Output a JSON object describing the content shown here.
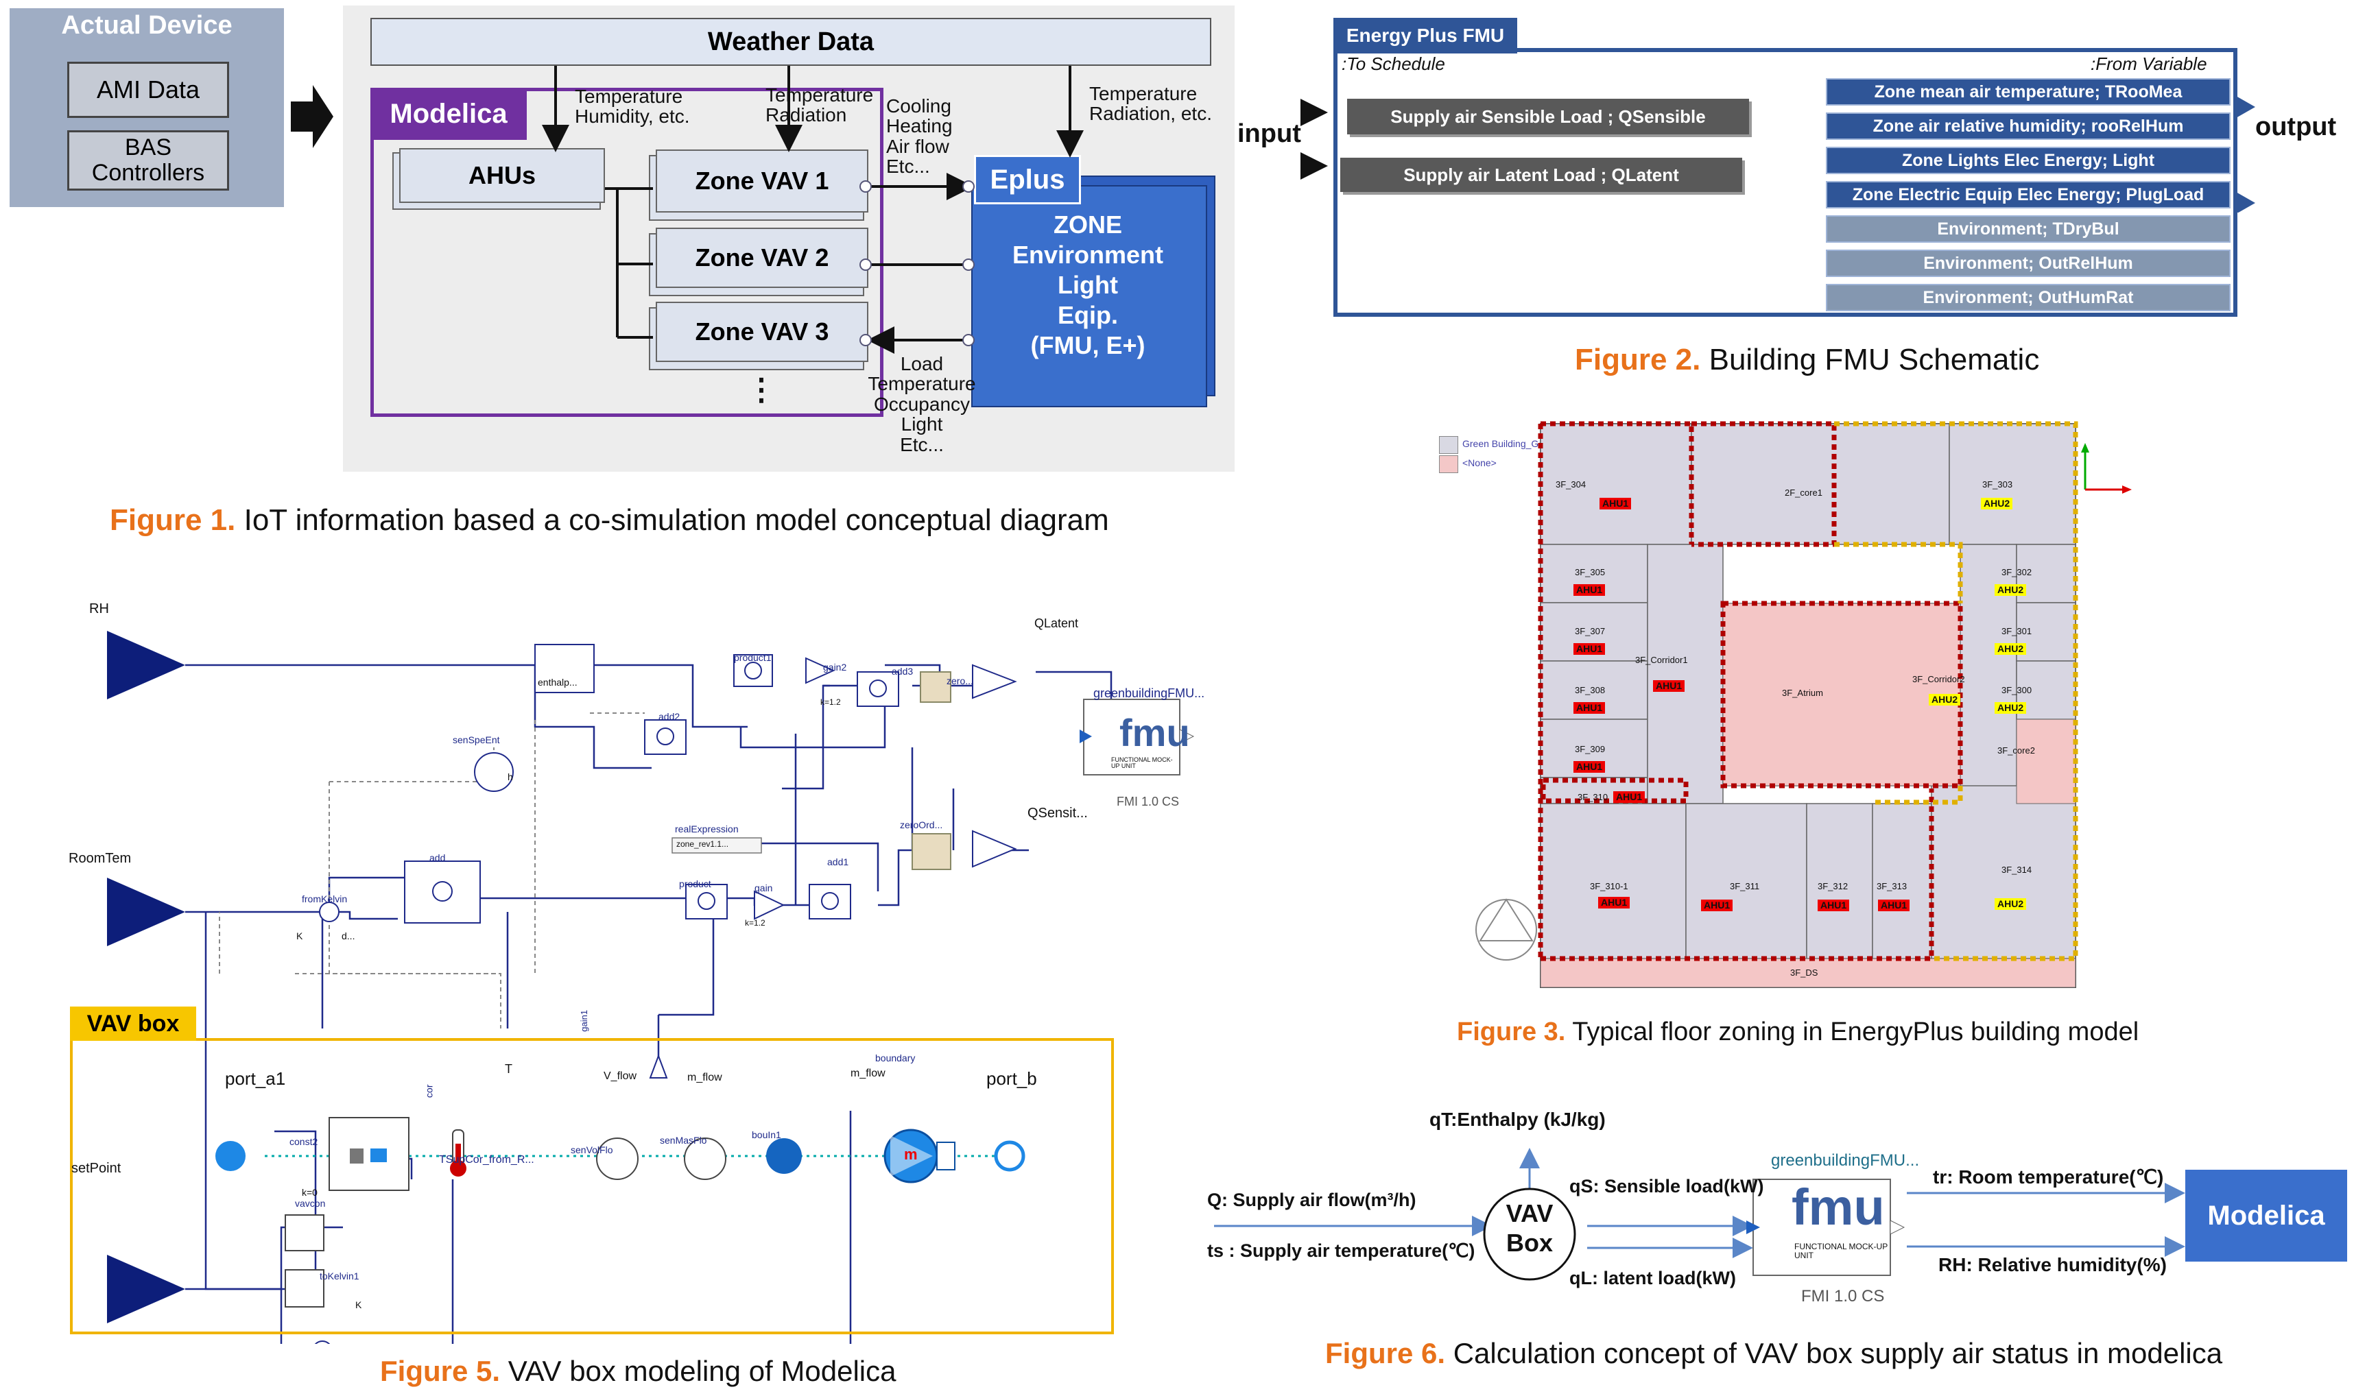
{
  "fig1": {
    "caption_num": "Figure 1.",
    "caption_text": "IoT information based a co-simulation model conceptual diagram",
    "actual_device": "Actual Device",
    "ami": "AMI Data",
    "bas_l1": "BAS",
    "bas_l2": "Controllers",
    "weather": "Weather Data",
    "modelica": "Modelica",
    "ahus": "AHUs",
    "vav1": "Zone VAV 1",
    "vav2": "Zone VAV 2",
    "vav3": "Zone VAV 3",
    "dots": "⋮",
    "temp_hum_l1": "Temperature",
    "temp_hum_l2": "Humidity, etc.",
    "temp_rad_l1": "Temperature",
    "temp_rad_l2": "Radiation",
    "cooling_lines": [
      "Cooling",
      "Heating",
      "Air flow",
      "Etc..."
    ],
    "temp_rad2_l1": "Temperature",
    "temp_rad2_l2": "Radiation, etc.",
    "eplus": "Eplus",
    "zone_lines": [
      "ZONE",
      "Environment",
      "Light",
      "Eqip.",
      "(FMU, E+)"
    ],
    "load_lines": [
      "Load",
      "Temperature",
      "Occupancy",
      "Light",
      "Etc..."
    ]
  },
  "fig2": {
    "caption_num": "Figure 2.",
    "caption_text": "Building FMU Schematic",
    "title": "Energy Plus FMU",
    "to_schedule": ":To Schedule",
    "from_variable": ":From Variable",
    "input": "input",
    "output": "output",
    "inputs": [
      "Supply air Sensible Load ; QSensible",
      "Supply air Latent Load ; QLatent"
    ],
    "outputs": [
      "Zone mean air temperature; TRooMea",
      "Zone air relative humidity; rooRelHum",
      "Zone Lights Elec Energy; Light",
      "Zone Electric Equip Elec Energy; PlugLoad",
      "Environment; TDryBul",
      "Environment; OutRelHum",
      "Environment; OutHumRat"
    ],
    "output_colors": [
      "#2f5597",
      "#2f5597",
      "#2f5597",
      "#2f5597",
      "#8497b0",
      "#8497b0",
      "#8497b0"
    ]
  },
  "fig3": {
    "caption_num": "Figure 3.",
    "caption_text": "Typical floor zoning in EnergyPlus building model",
    "legend": [
      "Green Building_Generic Office Area",
      "<None>"
    ],
    "zones": {
      "z304": "3F_304",
      "core1": "2F_core1",
      "z303": "3F_303",
      "z305": "3F_305",
      "z302": "3F_302",
      "z307": "3F_307",
      "z301": "3F_301",
      "z308": "3F_308",
      "z300": "3F_300",
      "corr1": "3F_Corridor1",
      "atrium": "3F_Atrium",
      "corr2": "3F_Corridor2",
      "z309": "3F_309",
      "core2": "3F_core2",
      "z310": "3F_310",
      "z3101": "3F_310-1",
      "z311": "3F_311",
      "z312": "3F_312",
      "z313": "3F_313",
      "z314": "3F_314",
      "ds": "3F_DS"
    },
    "ahu1": "AHU1",
    "ahu2": "AHU2"
  },
  "fig5": {
    "caption_num": "Figure 5.",
    "caption_text": "VAV box modeling of Modelica",
    "vav_box": "VAV box",
    "rh": "RH",
    "roomtem": "RoomTem",
    "setpoint": "setPoint",
    "qlatent": "QLatent",
    "qsensit": "QSensit...",
    "greenbuilding": "greenbuildingFMU...",
    "fmi": "FMI 1.0 CS",
    "fmu": "fmu",
    "fmu_sub": "FUNCTIONAL MOCK-UP UNIT",
    "enthalp": "enthalp...",
    "product1": "product1",
    "gain2": "gain2",
    "add3": "add3",
    "zero": "zero...",
    "add2": "add2",
    "senspeent": "senSpeEnt",
    "h": "h",
    "add": "add",
    "fromkelvin": "fromKelvin",
    "k": "K",
    "d": "d...",
    "product": "product",
    "gain": "gain",
    "k12": "k=1.2",
    "add1": "add1",
    "realexpr": "realExpression",
    "realexpr_val": "zone_rev1.1...",
    "zeroord": "zeroOrd...",
    "gain1": "gain1",
    "port_a1": "port_a1",
    "port_b": "port_b",
    "const2": "const2",
    "k0": "k=0",
    "vavcon": "vavcon",
    "cor": "cor",
    "t": "T",
    "tsupcor": "TSupCor_from_R...",
    "v_flow": "V_flow",
    "m_flow": "m_flow",
    "m_flow2": "m_flow",
    "boundary": "boundary",
    "senvolflo": "senVolFlo",
    "senmasflo": "senMasFlo",
    "bouin1": "bouIn1",
    "tokelvin1": "toKelvin1",
    "m": "m"
  },
  "fig6": {
    "caption_num": "Figure 6.",
    "caption_text": "Calculation concept of VAV box supply air status in modelica",
    "qt": "qT:Enthalpy (kJ/kg)",
    "qflow": "Q: Supply air flow(m³/h)",
    "ts": "ts : Supply air temperature(℃)",
    "vav_l1": "VAV",
    "vav_l2": "Box",
    "qs": "qS: Sensible load(kW)",
    "ql": "qL: latent load(kW)",
    "green": "greenbuildingFMU...",
    "fmi": "FMI 1.0 CS",
    "fmu": "fmu",
    "fmu_sub": "FUNCTIONAL MOCK-UP UNIT",
    "tr": "tr: Room temperature(℃)",
    "rh": "RH: Relative humidity(%)",
    "modelica": "Modelica"
  }
}
